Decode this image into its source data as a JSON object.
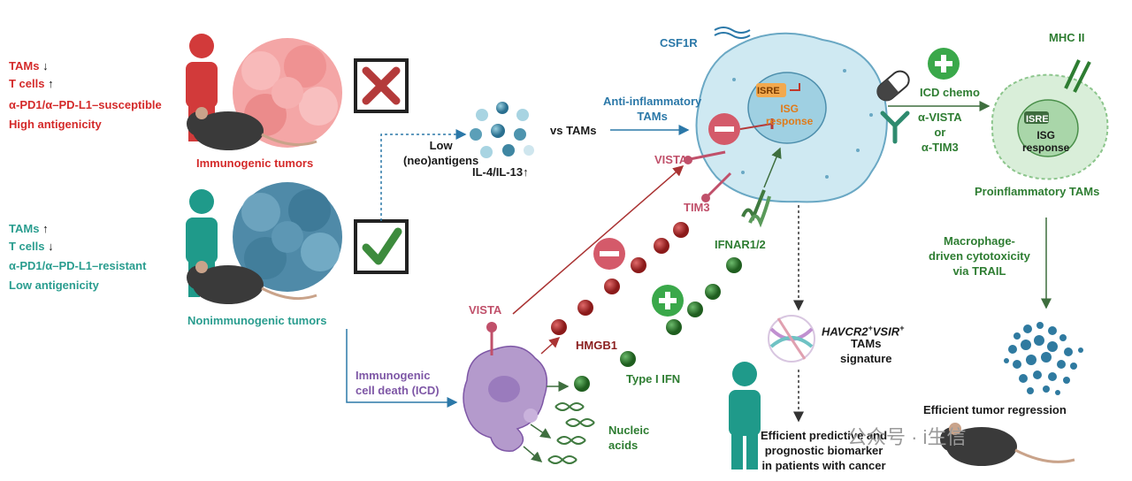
{
  "left_panel": {
    "immunogenic": {
      "tams": "TAMs",
      "tcells": "T cells",
      "susceptible": "α-PD1/α–PD-L1–susceptible",
      "antigenicity": "High antigenicity",
      "tumor_label": "Immunogenic tumors"
    },
    "nonimmunogenic": {
      "tams": "TAMs",
      "tcells": "T cells",
      "resistant": "α-PD1/α–PD-L1–resistant",
      "antigenicity": "Low antigenicity",
      "tumor_label": "Nonimmunogenic tumors"
    }
  },
  "middle": {
    "low_antigens": "Low\n(neo)antigens",
    "cytokines": "IL-4/IL-13",
    "vs_tams": "vs TAMs",
    "anti_inflammatory": "Anti-inflammatory\nTAMs",
    "icd": "Immunogenic\ncell death (ICD)",
    "vista_cell": "VISTA",
    "hmgb1": "HMGB1",
    "type1_ifn": "Type I IFN",
    "nucleic_acids": "Nucleic\nacids"
  },
  "macrophage": {
    "csf1r": "CSF1R",
    "isre": "ISRE",
    "isg": "ISG\nresponse",
    "vista": "VISTA",
    "tim3": "TIM3",
    "ifnar": "IFNAR1/2"
  },
  "right_panel": {
    "icd_chemo": "ICD chemo",
    "antibodies": "α-VISTA\nor\nα-TIM3",
    "mhc": "MHC II",
    "isre": "ISRE",
    "isg": "ISG\nresponse",
    "proinflammatory": "Proinflammatory TAMs",
    "cytotoxicity": "Macrophage-\ndriven cytotoxicity\nvia TRAIL",
    "regression": "Efficient tumor regression"
  },
  "bottom": {
    "signature": "TAMs\nsignature",
    "biomarker": "Efficient predictive and\nprognostic biomarker\nin patients with cancer"
  },
  "watermark": "公众号 · i生信",
  "colors": {
    "red": "#d42a2a",
    "teal": "#2a9d8f",
    "blue": "#2b78a8",
    "green": "#2e7d32",
    "purple": "#7e57a6",
    "dark_red": "#8b2020"
  }
}
